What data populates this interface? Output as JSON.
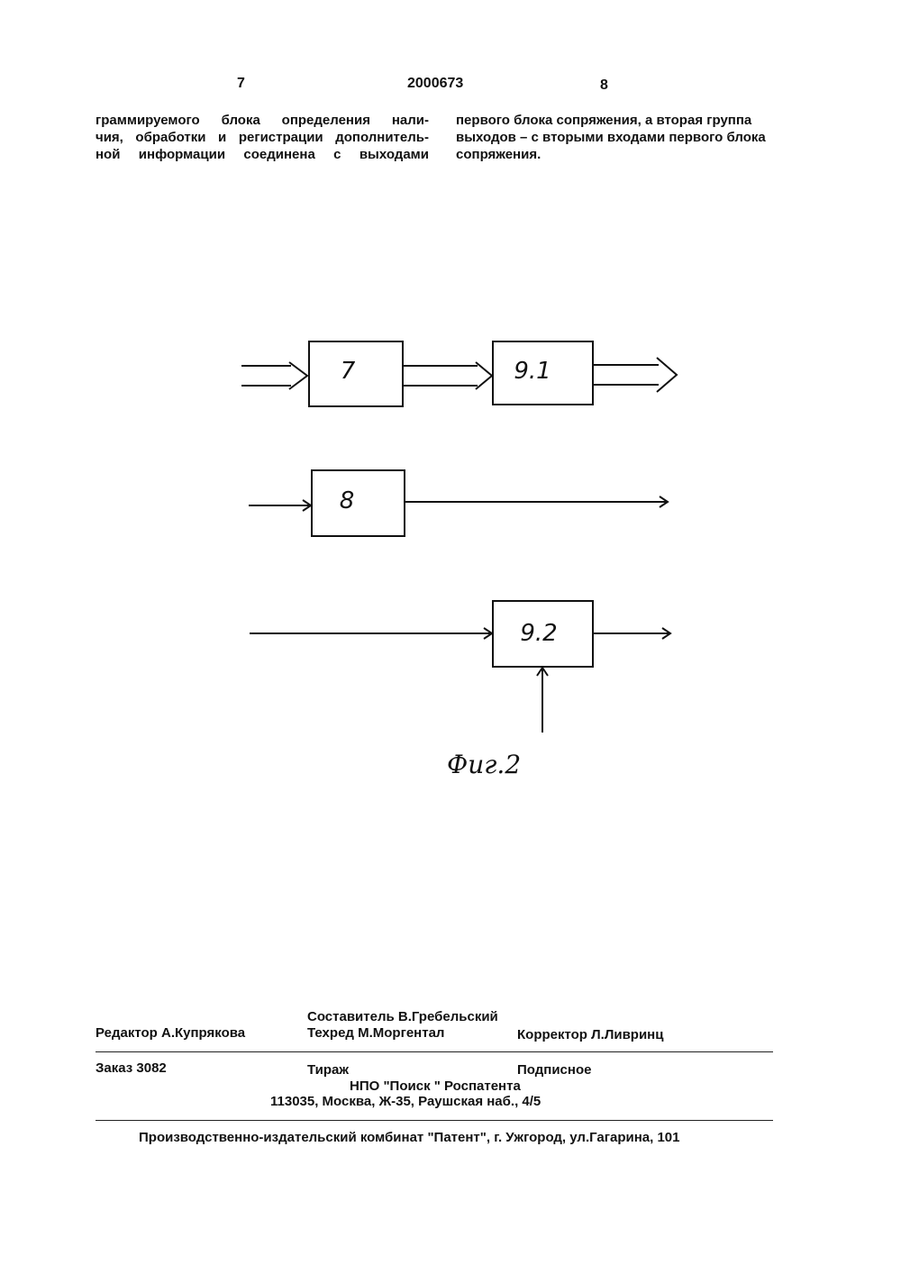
{
  "header": {
    "page_left": "7",
    "patent_number": "2000673",
    "page_right": "8"
  },
  "text": {
    "left_column": [
      "граммируемого блока определения нали-",
      "чия, обработки и регистрации дополнитель-",
      "ной информации соединена с выходами"
    ],
    "right_column": [
      "первого блока сопряжения, а вторая группа",
      "выходов – с вторыми входами первого блока",
      "сопряжения."
    ]
  },
  "diagram": {
    "blocks": {
      "b7": "7",
      "b91": "9.1",
      "b8": "8",
      "b92": "9.2"
    },
    "caption": "Фиг.2"
  },
  "footer": {
    "compiler": "Составитель В.Гребельский",
    "editor": "Редактор А.Купрякова",
    "techred": "Техред М.Моргентал",
    "corrector": "Корректор  Л.Ливринц",
    "order": "Заказ 3082",
    "circulation": "Тираж",
    "subscription": "Подписное",
    "org": "НПО \"Поиск \" Роспатента",
    "address": "113035, Москва, Ж-35, Раушская наб., 4/5",
    "publisher": "Производственно-издательский комбинат \"Патент\", г. Ужгород, ул.Гагарина, 101"
  }
}
